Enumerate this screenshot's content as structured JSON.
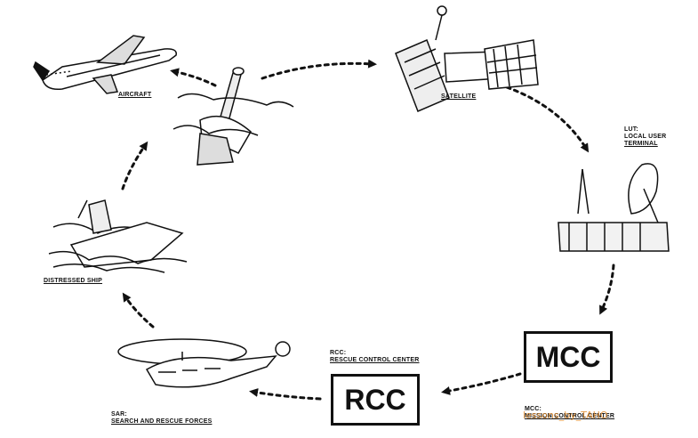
{
  "nodes": {
    "aircraft": "AIRCRAFT",
    "satellite": "SATELLITE",
    "lut": [
      "LUT:",
      "LOCAL USER",
      "TERMINAL"
    ],
    "mcc_box": "MCC",
    "mcc_caption": "MCC:",
    "mcc_caption_full": "MISSION CONTROL CENTER",
    "rcc_box": "RCC",
    "rcc_caption": [
      "RCC:",
      "RESCUE CONTROL CENTER"
    ],
    "sar": [
      "SAR:",
      "SEARCH AND RESCUE FORCES"
    ],
    "ship": "DISTRESSED SHIP"
  },
  "watermark": "lessons_by_TAHO"
}
